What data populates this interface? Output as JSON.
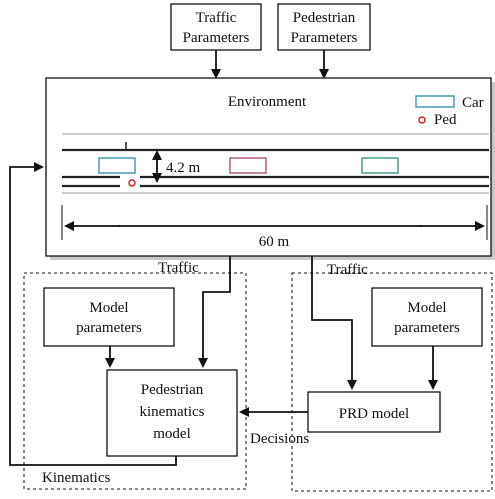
{
  "boxes": {
    "traffic_params": [
      "Traffic",
      "Parameters"
    ],
    "ped_params": [
      "Pedestrian",
      "Parameters"
    ],
    "environment": "Environment",
    "model_params_left": [
      "Model",
      "parameters"
    ],
    "ped_kinematics": [
      "Pedestrian",
      "kinematics",
      "model"
    ],
    "model_params_right": [
      "Model",
      "parameters"
    ],
    "prd_model": "PRD model"
  },
  "legend": {
    "car": "Car",
    "ped": "Ped"
  },
  "road": {
    "lane_width": "4.2 m",
    "length": "60 m"
  },
  "flows": {
    "traffic_left": "Traffic",
    "traffic_right": "Traffic",
    "decisions": "Decisions",
    "kinematics": "Kinematics"
  },
  "colors": {
    "car_outline": "#4a9bb0",
    "car_red_outline": "#b0607a",
    "ped_marker": "#cc2222"
  }
}
